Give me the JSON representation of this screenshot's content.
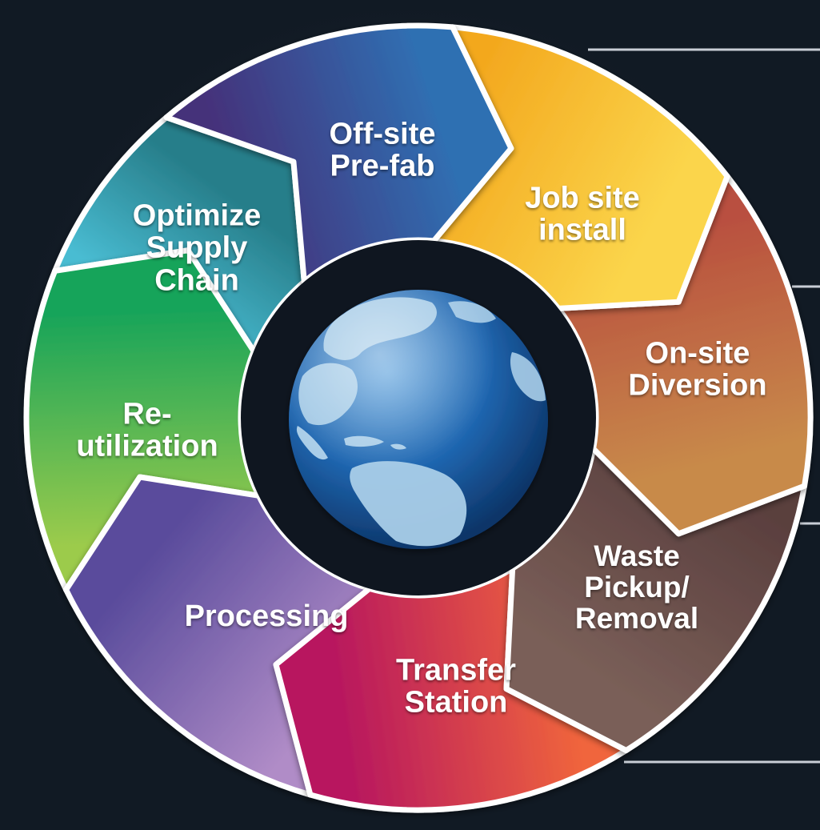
{
  "diagram": {
    "stages": [
      {
        "id": "offsite-prefab",
        "lines": [
          "Off-site",
          "Pre-fab"
        ],
        "color_start": "#45317a",
        "color_end": "#2f6fb2"
      },
      {
        "id": "jobsite-install",
        "lines": [
          "Job site",
          "install"
        ],
        "color_start": "#f3a81e",
        "color_end": "#fbd54b"
      },
      {
        "id": "onsite-diversion",
        "lines": [
          "On-site",
          "Diversion"
        ],
        "color_start": "#b9503f",
        "color_end": "#c88a4a"
      },
      {
        "id": "waste-pickup",
        "lines": [
          "Waste",
          "Pickup/",
          "Removal"
        ],
        "color_start": "#5a3f3e",
        "color_end": "#7a5f58"
      },
      {
        "id": "transfer-station",
        "lines": [
          "Transfer",
          "Station"
        ],
        "color_start": "#f0653c",
        "color_end": "#b8185e"
      },
      {
        "id": "processing",
        "lines": [
          "Processing"
        ],
        "color_start": "#b08cc7",
        "color_end": "#5a4c9c"
      },
      {
        "id": "reutilization",
        "lines": [
          "Re-",
          "utilization"
        ],
        "color_start": "#9ccb4c",
        "color_end": "#18a45a"
      },
      {
        "id": "optimize-supply-chain",
        "lines": [
          "Optimize",
          "Supply",
          "Chain"
        ],
        "color_start": "#49bcd2",
        "color_end": "#277e8a"
      }
    ],
    "center": {
      "icon": "globe-icon",
      "ocean": "#1f66b0",
      "land": "#a9cde8"
    },
    "background": "#111a24",
    "outline": "#ffffff",
    "leader_line_color": "#c9ced6"
  }
}
